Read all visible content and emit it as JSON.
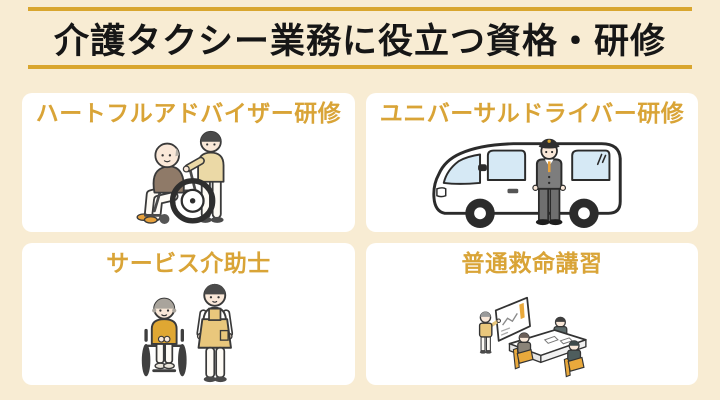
{
  "page": {
    "title": "介護タクシー業務に役立つ資格・研修"
  },
  "cards": [
    {
      "label": "ハートフルアドバイザー研修",
      "icon": "caregiver-pushing-wheelchair-illustration"
    },
    {
      "label": "ユニバーサルドライバー研修",
      "icon": "taxi-van-with-driver-illustration"
    },
    {
      "label": "サービス介助士",
      "icon": "attendant-with-wheelchair-user-illustration"
    },
    {
      "label": "普通救命講習",
      "icon": "first-aid-lecture-classroom-illustration"
    }
  ],
  "colors": {
    "background": "#F8ECD3",
    "accent_gold": "#D9A62E",
    "card_title_gold": "#D9A437",
    "title_text": "#161616",
    "card_background": "#FFFFFF",
    "illustration_orange": "#E8A23C",
    "window_blue": "#D6E9F5"
  }
}
